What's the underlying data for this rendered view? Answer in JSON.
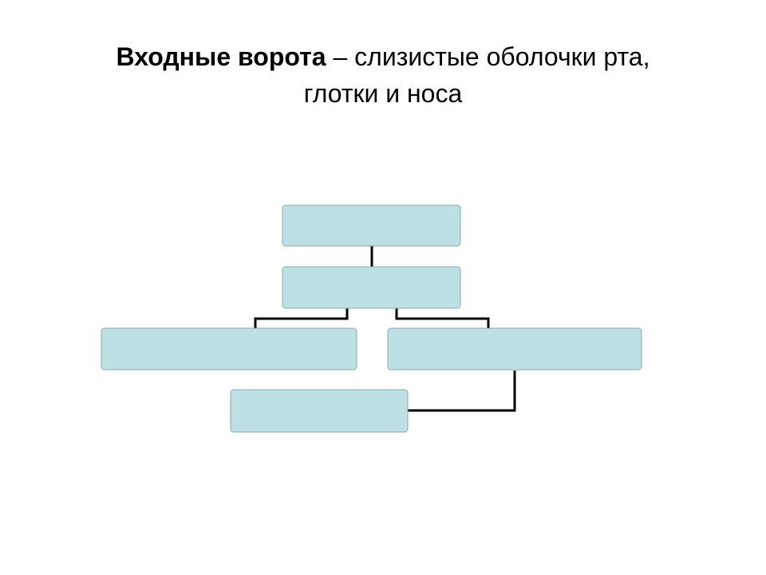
{
  "title": {
    "bold_part": "Входные ворота",
    "regular_part": " – слизистые оболочки рта,",
    "second_line": "глотки и носа"
  },
  "diagram": {
    "fill_color": "#bce0e3",
    "border_color": "#8fa9ab",
    "line_color": "#000000",
    "nodes": [
      {
        "id": "top-box",
        "label": ""
      },
      {
        "id": "middle-box",
        "label": ""
      },
      {
        "id": "left-box",
        "label": ""
      },
      {
        "id": "right-box",
        "label": ""
      },
      {
        "id": "bottom-box",
        "label": ""
      }
    ]
  }
}
